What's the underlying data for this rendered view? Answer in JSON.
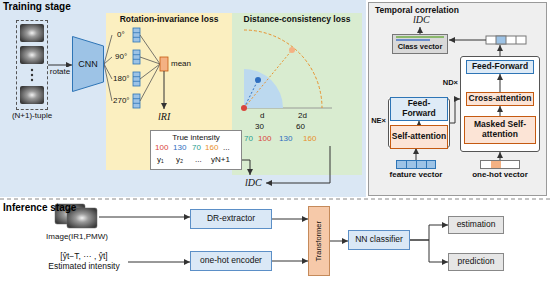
{
  "diagram": {
    "nodes": [
      {
        "text": [
          "Rotation-invariance loss"
        ]
      },
      {
        "text": [
          "Distance-consistency loss"
        ]
      },
      {
        "text": [
          "Temporal correlation"
        ]
      },
      {
        "text": [
          "(N+1)-tuple"
        ]
      },
      {
        "text": [
          "CNN"
        ]
      },
      {
        "text": [
          "True intensity"
        ]
      },
      {
        "text": [
          "Class vector"
        ],
        "in": 2
      },
      {
        "text": [
          "ND×"
        ],
        "in": 2
      },
      {
        "text": [
          "Feed-Forward"
        ],
        "in": 7
      },
      {
        "text": [
          "Cross-attention"
        ],
        "in": 7
      },
      {
        "text": [
          "Masked Self-attention"
        ],
        "in": 7
      },
      {
        "text": [
          "NE×"
        ],
        "in": 2
      },
      {
        "text": [
          "Feed-Forward"
        ],
        "in": 11
      },
      {
        "text": [
          "Self-attention"
        ],
        "in": 11
      },
      {
        "text": [
          "feature vector"
        ],
        "in": 2
      },
      {
        "text": [
          "one-hot vector"
        ],
        "in": 2
      },
      {
        "text": [
          "Image(IR1,PMW)"
        ]
      },
      {
        "text": [
          "[ŷt−T, ··· , ŷt]",
          "Estimated intensity"
        ]
      },
      {
        "text": [
          "DR-extractor"
        ]
      },
      {
        "text": [
          "one-hot encoder"
        ]
      },
      {
        "text": [
          "Transformer"
        ]
      },
      {
        "text": [
          "NN classifier"
        ]
      },
      {
        "text": [
          "estimation"
        ]
      },
      {
        "text": [
          "prediction"
        ]
      }
    ],
    "edges": [
      {
        "from": 3,
        "to": 4,
        "arrow": "to",
        "label": "rotate"
      },
      {
        "from": 13,
        "to": 12,
        "arrow": "to"
      },
      {
        "from": 10,
        "to": 9,
        "arrow": "to"
      },
      {
        "from": 9,
        "to": 8,
        "arrow": "to"
      },
      {
        "from": 14,
        "to": 11,
        "arrow": "to"
      },
      {
        "from": 15,
        "to": 7,
        "arrow": "to"
      },
      {
        "from": 11,
        "to": 7,
        "arrow": "to"
      },
      {
        "from": 16,
        "to": 18,
        "arrow": "to"
      },
      {
        "from": 17,
        "to": 19,
        "arrow": "to"
      },
      {
        "from": 18,
        "to": 20,
        "arrow": "to"
      },
      {
        "from": 19,
        "to": 20,
        "arrow": "to"
      },
      {
        "from": 20,
        "to": 21,
        "arrow": "to"
      },
      {
        "from": 21,
        "to": 22,
        "arrow": "to"
      },
      {
        "from": 21,
        "to": 23,
        "arrow": "to"
      }
    ],
    "labels": [
      "Training stage",
      "0°",
      "90°",
      "180°",
      "270°",
      "mean",
      "lRI",
      "d",
      "2d",
      "30",
      "60",
      "70",
      "100",
      "130",
      "160",
      "100",
      "130",
      "70",
      "160",
      "...",
      "y₁",
      "y₂",
      "...",
      "yN+1",
      "lDC",
      "lDC",
      "Inference stage"
    ]
  }
}
